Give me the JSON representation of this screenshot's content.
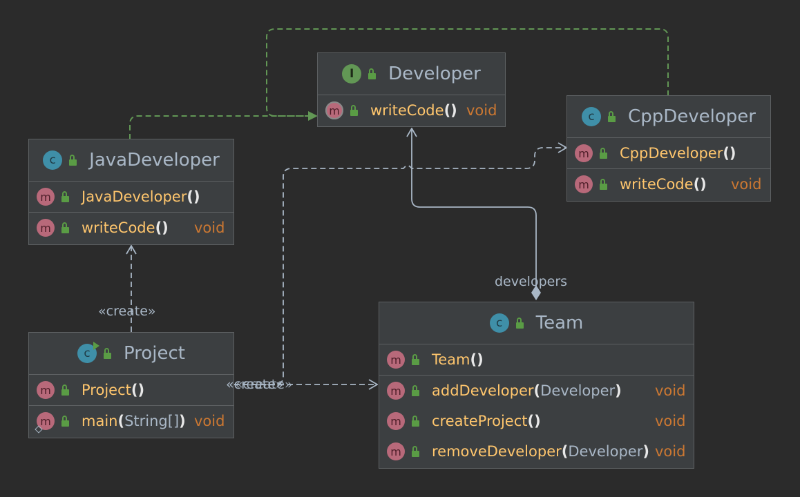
{
  "classes": {
    "developer": {
      "name": "Developer",
      "kind_badge": "I",
      "methods": [
        {
          "name": "writeCode",
          "params": "",
          "ret": "void",
          "badge": "m"
        }
      ]
    },
    "java": {
      "name": "JavaDeveloper",
      "kind_badge": "c",
      "methods": [
        {
          "name": "JavaDeveloper",
          "params": "",
          "badge": "m"
        },
        {
          "name": "writeCode",
          "params": "",
          "ret": "void",
          "badge": "m"
        }
      ]
    },
    "cpp": {
      "name": "CppDeveloper",
      "kind_badge": "c",
      "methods": [
        {
          "name": "CppDeveloper",
          "params": "",
          "badge": "m"
        },
        {
          "name": "writeCode",
          "params": "",
          "ret": "void",
          "badge": "m"
        }
      ]
    },
    "project": {
      "name": "Project",
      "kind_badge": "c",
      "methods": [
        {
          "name": "Project",
          "params": "",
          "badge": "m"
        },
        {
          "name": "main",
          "params": "String[]",
          "ret": "void",
          "badge": "m"
        }
      ]
    },
    "team": {
      "name": "Team",
      "kind_badge": "c",
      "methods": [
        {
          "name": "Team",
          "params": "",
          "badge": "m"
        },
        {
          "name": "addDeveloper",
          "params": "Developer",
          "ret": "void",
          "badge": "m"
        },
        {
          "name": "createProject",
          "params": "",
          "ret": "void",
          "badge": "m"
        },
        {
          "name": "removeDeveloper",
          "params": "Developer",
          "ret": "void",
          "badge": "m"
        }
      ]
    }
  },
  "relations": {
    "create_label_1": "«create»",
    "create_label_2": "«create»",
    "create_label_3": "«create»",
    "composition_label": "developers"
  },
  "colors": {
    "background": "#2b2b2b",
    "box": "#3c3f41",
    "realization": "#629755",
    "dependency": "#a9b7c6",
    "method_name": "#ffc66d",
    "return_type": "#cc7832"
  }
}
